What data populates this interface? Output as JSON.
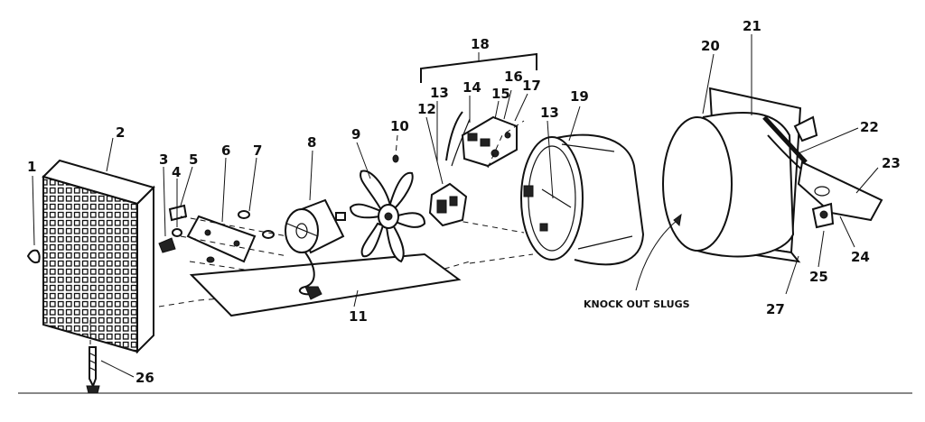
{
  "callouts": {
    "p1": "1",
    "p2": "2",
    "p3": "3",
    "p4": "4",
    "p5": "5",
    "p6": "6",
    "p7": "7",
    "p8": "8",
    "p9": "9",
    "p10": "10",
    "p11": "11",
    "p12": "12",
    "p13a": "13",
    "p13b": "13",
    "p14": "14",
    "p15": "15",
    "p16": "16",
    "p17": "17",
    "p18": "18",
    "p19": "19",
    "p20": "20",
    "p21": "21",
    "p22": "22",
    "p23": "23",
    "p24": "24",
    "p25": "25",
    "p26": "26",
    "p27": "27"
  },
  "note": "KNOCK OUT SLUGS"
}
